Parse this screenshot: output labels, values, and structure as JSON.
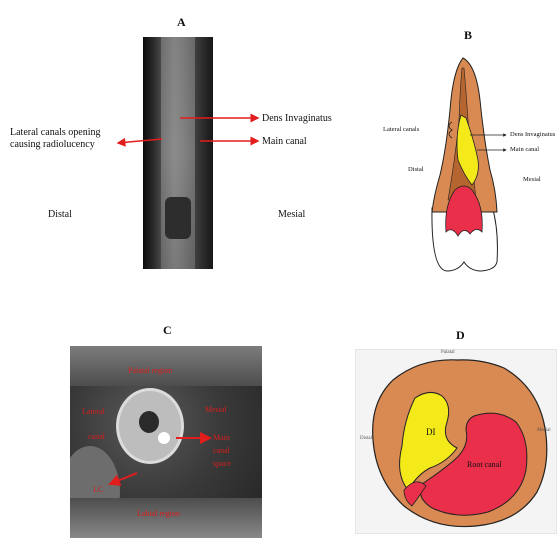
{
  "panels": {
    "a": {
      "letter": "A",
      "labels": {
        "lateral_canals": "Lateral canals opening causing radiolucency",
        "dens_invaginatus": "Dens Invaginatus",
        "main_canal": "Main canal",
        "distal": "Distal",
        "mesial": "Mesial"
      }
    },
    "b": {
      "letter": "B",
      "labels": {
        "lateral_canals": "Lateral canals",
        "dens_invaginatus": "Dens Invaginatus",
        "main_canal": "Main canal",
        "distal": "Distal",
        "mesial": "Mesial"
      }
    },
    "c": {
      "letter": "C",
      "labels": {
        "top": "Palatal region",
        "left_upper": "Lateral",
        "left_mid": "canal",
        "right_upper": "Mesial",
        "right_mid": "Main",
        "right_mid2": "canal",
        "right_mid3": "space",
        "bottom_left": "LC",
        "bottom": "Labial region"
      }
    },
    "d": {
      "letter": "D",
      "labels": {
        "di": "DI",
        "root_canal": "Root canal",
        "top": "Palatal",
        "left": "Distal",
        "right": "Mesial"
      }
    }
  },
  "colors": {
    "annotation_red": "#e21d1d",
    "dentin": "#d98a52",
    "di_yellow": "#f4ea1a",
    "canal_red": "#ea2f4b"
  }
}
